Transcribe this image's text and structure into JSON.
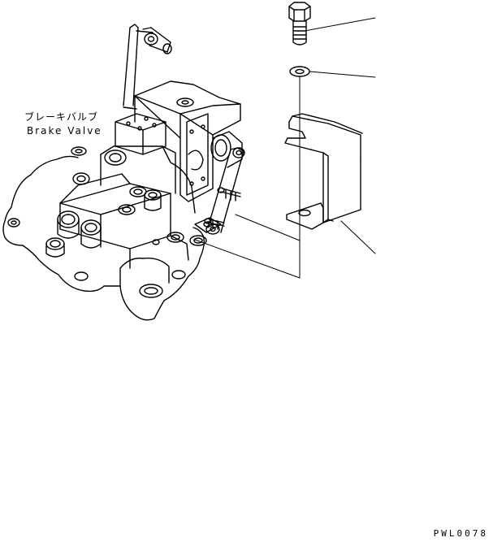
{
  "labels": {
    "part_name_jp": "ブレーキバルブ",
    "part_name_en": "Brake Valve"
  },
  "drawing_code": "PWL0078",
  "colors": {
    "line": "#000000",
    "background": "#ffffff"
  }
}
